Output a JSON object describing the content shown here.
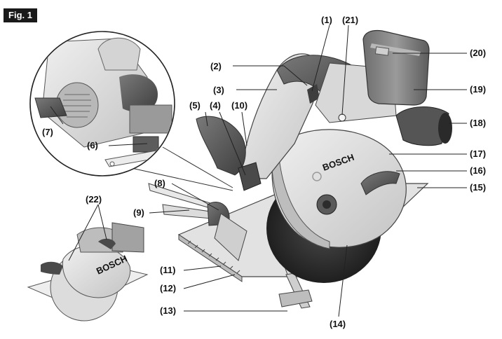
{
  "figure": {
    "tag": "Fig. 1",
    "callouts": {
      "c1": "(1)",
      "c2": "(2)",
      "c3": "(3)",
      "c4": "(4)",
      "c5": "(5)",
      "c6": "(6)",
      "c7": "(7)",
      "c8": "(8)",
      "c9": "(9)",
      "c10": "(10)",
      "c11": "(11)",
      "c12": "(12)",
      "c13": "(13)",
      "c14": "(14)",
      "c15": "(15)",
      "c16": "(16)",
      "c17": "(17)",
      "c18": "(18)",
      "c19": "(19)",
      "c20": "(20)",
      "c21": "(21)",
      "c22": "(22)"
    },
    "brand": "BOSCH",
    "brand_small": "BOSCH"
  },
  "colors": {
    "background": "#ffffff",
    "body_light": "#e6e6e6",
    "body_mid": "#c9c9c9",
    "body_dark": "#8a8a8a",
    "handle_dark": "#5a5a5a",
    "outline": "#3a3a3a",
    "tag_bg": "#1a1a1a"
  }
}
